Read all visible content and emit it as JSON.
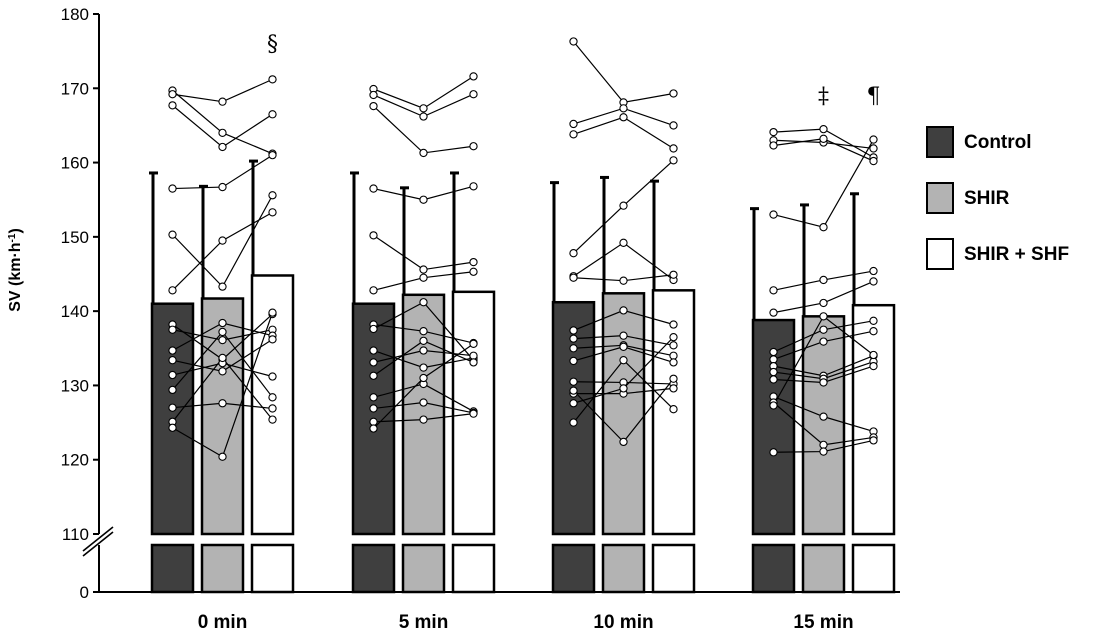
{
  "chart_data": {
    "type": "bar",
    "ylabel_main": "SV (km·h",
    "ylabel_sup": "-1",
    "ylabel_tail": ")",
    "xlabel": "",
    "ylim": [
      110,
      180
    ],
    "y_break_below": 110,
    "y_ticks": [
      "0",
      "110",
      "120",
      "130",
      "140",
      "150",
      "160",
      "170",
      "180"
    ],
    "categories": [
      "0 min",
      "5 min",
      "10 min",
      "15 min"
    ],
    "series": [
      {
        "name": "Control",
        "color": "#3f3f3f",
        "values": [
          141,
          141,
          141.2,
          138.8
        ],
        "error": [
          17.6,
          17.6,
          16.1,
          15.0
        ]
      },
      {
        "name": "SHIR",
        "color": "#b3b3b3",
        "values": [
          141.7,
          142.2,
          142.4,
          139.3
        ],
        "error": [
          15.1,
          14.4,
          15.6,
          15.0
        ]
      },
      {
        "name": "SHIR + SHF",
        "color": "#ffffff",
        "values": [
          144.8,
          142.6,
          142.8,
          140.8
        ],
        "error": [
          15.4,
          16.0,
          14.7,
          15.0
        ]
      }
    ],
    "annotations": [
      {
        "text": "§",
        "category": 0,
        "series": 2,
        "y": 175
      },
      {
        "text": "‡",
        "category": 3,
        "series": 1,
        "y": 168
      },
      {
        "text": "¶",
        "category": 3,
        "series": 2,
        "y": 168
      }
    ],
    "individual_data": [
      [
        [
          169.7,
          164.0,
          161.2
        ],
        [
          169.2,
          168.2,
          171.2
        ],
        [
          167.7,
          162.1,
          166.5
        ],
        [
          156.5,
          156.7,
          161.0
        ],
        [
          150.3,
          143.3,
          155.6
        ],
        [
          142.8,
          149.5,
          153.3
        ],
        [
          138.2,
          133.5,
          139.6
        ],
        [
          137.5,
          136.1,
          137.5
        ],
        [
          134.7,
          138.4,
          136.7
        ],
        [
          133.4,
          131.9,
          136.2
        ],
        [
          131.4,
          133.0,
          131.2
        ],
        [
          129.4,
          137.2,
          128.4
        ],
        [
          127.0,
          127.6,
          126.9
        ],
        [
          125.1,
          133.7,
          125.4
        ],
        [
          124.3,
          120.4,
          139.8
        ]
      ],
      [
        [
          169.9,
          167.3,
          171.6
        ],
        [
          169.1,
          166.2,
          169.2
        ],
        [
          167.6,
          161.3,
          162.2
        ],
        [
          156.5,
          155.0,
          156.8
        ],
        [
          150.2,
          145.6,
          146.6
        ],
        [
          142.8,
          144.5,
          145.3
        ],
        [
          138.2,
          137.3,
          135.7
        ],
        [
          137.6,
          141.2,
          133.4
        ],
        [
          134.7,
          132.4,
          133.7
        ],
        [
          133.1,
          134.7,
          134.0
        ],
        [
          131.3,
          136.0,
          133.1
        ],
        [
          128.4,
          130.2,
          126.5
        ],
        [
          126.9,
          127.7,
          126.3
        ],
        [
          125.1,
          125.4,
          126.2
        ],
        [
          124.2,
          131.0,
          135.6
        ]
      ],
      [
        [
          176.3,
          168.1,
          169.3
        ],
        [
          165.2,
          167.3,
          165.0
        ],
        [
          163.8,
          166.1,
          161.9
        ],
        [
          147.8,
          154.2,
          160.3
        ],
        [
          144.7,
          149.2,
          144.2
        ],
        [
          144.5,
          144.1,
          144.9
        ],
        [
          137.4,
          140.1,
          138.2
        ],
        [
          136.3,
          136.7,
          135.4
        ],
        [
          135.0,
          135.4,
          134.0
        ],
        [
          133.3,
          135.2,
          133.1
        ],
        [
          130.5,
          130.4,
          130.2
        ],
        [
          128.9,
          128.9,
          129.6
        ],
        [
          127.6,
          129.6,
          136.5
        ],
        [
          125.0,
          133.4,
          126.8
        ],
        [
          129.3,
          122.4,
          130.9
        ]
      ],
      [
        [
          164.1,
          164.5,
          160.7
        ],
        [
          163.0,
          162.7,
          161.9
        ],
        [
          162.3,
          163.2,
          160.2
        ],
        [
          153.0,
          151.3,
          163.1
        ],
        [
          142.8,
          144.2,
          145.4
        ],
        [
          139.8,
          141.1,
          144.0
        ],
        [
          134.5,
          137.5,
          138.7
        ],
        [
          133.5,
          135.9,
          137.3
        ],
        [
          132.6,
          131.3,
          134.0
        ],
        [
          131.8,
          130.9,
          133.2
        ],
        [
          130.8,
          130.4,
          132.6
        ],
        [
          128.5,
          125.8,
          123.8
        ],
        [
          127.7,
          122.0,
          123.0
        ],
        [
          121.0,
          121.1,
          122.6
        ],
        [
          127.3,
          139.3,
          134.1
        ]
      ]
    ]
  },
  "legend": {
    "items": [
      {
        "label": "Control",
        "color": "#3f3f3f"
      },
      {
        "label": "SHIR",
        "color": "#b3b3b3"
      },
      {
        "label": "SHIR + SHF",
        "color": "#ffffff"
      }
    ]
  }
}
